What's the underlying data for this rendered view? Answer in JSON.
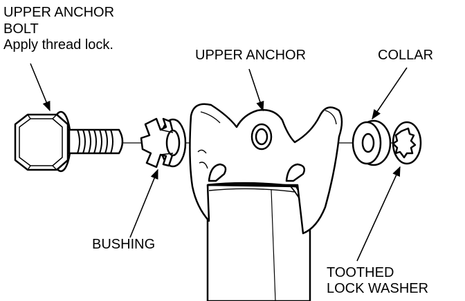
{
  "labels": {
    "upper_anchor_bolt": [
      "UPPER ANCHOR",
      "BOLT",
      "Apply thread lock."
    ],
    "upper_anchor": "UPPER ANCHOR",
    "collar": "COLLAR",
    "bushing": "BUSHING",
    "toothed_lock_washer": [
      "TOOTHED",
      "LOCK WASHER"
    ]
  }
}
